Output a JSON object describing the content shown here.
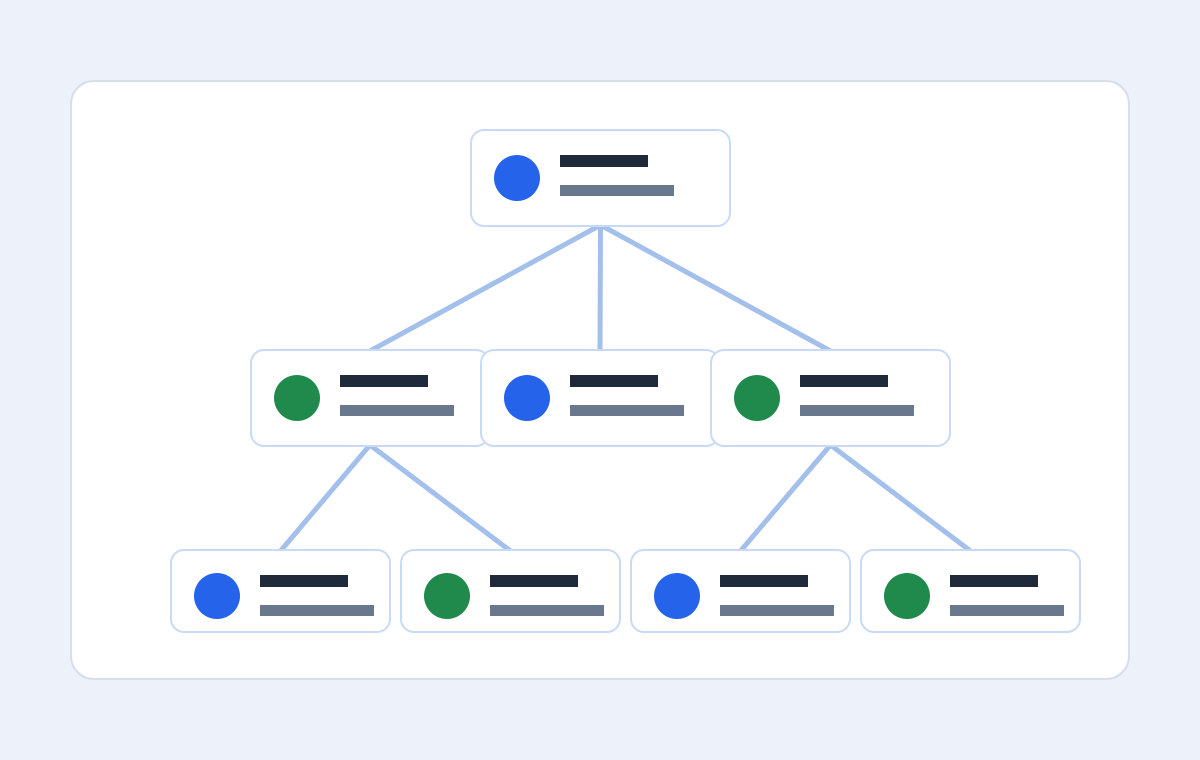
{
  "colors": {
    "background": "#edf1f9",
    "panel": "#ffffff",
    "panel_border": "#d7deec",
    "node_border": "#c8daf5",
    "connector": "#a3bfec",
    "blue_dot": "#2563eb",
    "green_dot": "#1f8a4c",
    "title_bar": "#1f2a3b",
    "subtitle_bar": "#6a788e"
  },
  "tree": {
    "root": {
      "id": "root",
      "dot": "blue",
      "children": [
        "l1a",
        "l1b",
        "l1c"
      ]
    },
    "level1": [
      {
        "id": "l1a",
        "dot": "green",
        "children": [
          "l2a",
          "l2b"
        ]
      },
      {
        "id": "l1b",
        "dot": "blue",
        "children": []
      },
      {
        "id": "l1c",
        "dot": "green",
        "children": [
          "l2c",
          "l2d"
        ]
      }
    ],
    "level2": [
      {
        "id": "l2a",
        "dot": "blue"
      },
      {
        "id": "l2b",
        "dot": "green"
      },
      {
        "id": "l2c",
        "dot": "blue"
      },
      {
        "id": "l2d",
        "dot": "green"
      }
    ]
  }
}
